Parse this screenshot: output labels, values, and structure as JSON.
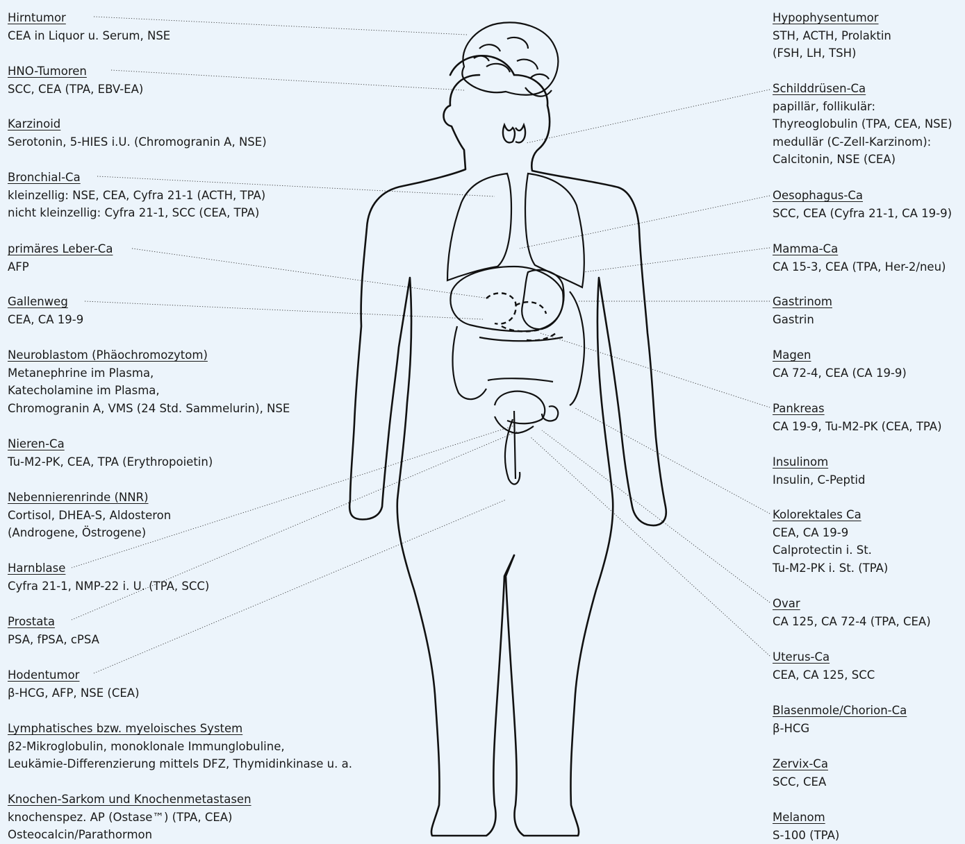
{
  "left_entries": [
    {
      "title": "Hirntumor",
      "lines": [
        "CEA in Liquor u. Serum, NSE"
      ]
    },
    {
      "title": "HNO-Tumoren",
      "lines": [
        "SCC, CEA (TPA, EBV-EA)"
      ]
    },
    {
      "title": "Karzinoid",
      "lines": [
        "Serotonin, 5-HIES i.U. (Chromogranin A, NSE)"
      ]
    },
    {
      "title": "Bronchial-Ca",
      "lines": [
        "kleinzellig: NSE, CEA, Cyfra 21-1 (ACTH, TPA)",
        "nicht kleinzellig: Cyfra 21-1, SCC (CEA, TPA)"
      ]
    },
    {
      "title": "primäres Leber-Ca",
      "lines": [
        "AFP"
      ]
    },
    {
      "title": "Gallenweg",
      "lines": [
        "CEA, CA 19-9"
      ]
    },
    {
      "title": "Neuroblastom (Phäochromozytom)",
      "lines": [
        "Metanephrine im Plasma,",
        "Katecholamine im Plasma,",
        "Chromogranin A, VMS (24 Std. Sammelurin), NSE"
      ]
    },
    {
      "title": "Nieren-Ca",
      "lines": [
        "Tu-M2-PK, CEA, TPA (Erythropoietin)"
      ]
    },
    {
      "title": "Nebennierenrinde (NNR)",
      "lines": [
        "Cortisol, DHEA-S, Aldosteron",
        "(Androgene, Östrogene)"
      ]
    },
    {
      "title": "Harnblase",
      "lines": [
        "Cyfra 21-1, NMP-22 i. U. (TPA, SCC)"
      ]
    },
    {
      "title": "Prostata",
      "lines": [
        "PSA, fPSA, cPSA"
      ]
    },
    {
      "title": "Hodentumor",
      "lines": [
        "β-HCG, AFP, NSE (CEA)"
      ]
    },
    {
      "title": "Lymphatisches bzw. myeloisches System",
      "lines": [
        "β2-Mikroglobulin, monoklonale Immunglobuline,",
        "Leukämie-Differenzierung mittels DFZ, Thymidinkinase u. a."
      ]
    },
    {
      "title": "Knochen-Sarkom und Knochenmetastasen",
      "lines": [
        "knochenspez. AP (Ostase™) (TPA, CEA)",
        "Osteocalcin/Parathormon"
      ]
    }
  ],
  "right_entries": [
    {
      "title": "Hypophysentumor",
      "lines": [
        "STH, ACTH, Prolaktin",
        "(FSH, LH, TSH)"
      ]
    },
    {
      "title": "Schilddrüsen-Ca",
      "lines": [
        "papillär, follikulär:",
        "Thyreoglobulin (TPA, CEA, NSE)",
        "medullär (C-Zell-Karzinom):",
        "Calcitonin, NSE (CEA)"
      ]
    },
    {
      "title": "Oesophagus-Ca",
      "lines": [
        "SCC, CEA (Cyfra 21-1, CA 19-9)"
      ]
    },
    {
      "title": "Mamma-Ca",
      "lines": [
        "CA 15-3, CEA (TPA, Her-2/neu)"
      ]
    },
    {
      "title": "Gastrinom",
      "lines": [
        "Gastrin"
      ]
    },
    {
      "title": "Magen",
      "lines": [
        "CA 72-4, CEA (CA 19-9)"
      ]
    },
    {
      "title": "Pankreas",
      "lines": [
        "CA 19-9, Tu-M2-PK (CEA, TPA)"
      ]
    },
    {
      "title": "Insulinom",
      "lines": [
        "Insulin, C-Peptid"
      ]
    },
    {
      "title": "Kolorektales Ca",
      "lines": [
        "CEA, CA 19-9",
        "Calprotectin i. St.",
        "Tu-M2-PK i. St. (TPA)"
      ]
    },
    {
      "title": "Ovar",
      "lines": [
        "CA 125, CA 72-4 (TPA, CEA)"
      ]
    },
    {
      "title": "Uterus-Ca",
      "lines": [
        "CEA, CA 125, SCC"
      ]
    },
    {
      "title": "Blasenmole/Chorion-Ca",
      "lines": [
        "β-HCG"
      ]
    },
    {
      "title": "Zervix-Ca",
      "lines": [
        "SCC, CEA"
      ]
    },
    {
      "title": "Melanom",
      "lines": [
        "S-100 (TPA)"
      ]
    }
  ],
  "colors": {
    "background": "#ecf4fb",
    "ink": "#1a1a1a"
  }
}
